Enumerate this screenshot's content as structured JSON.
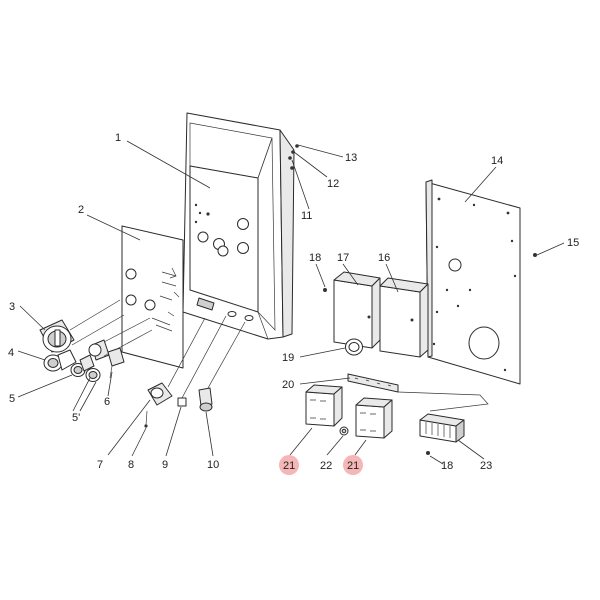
{
  "diagram": {
    "callouts": [
      {
        "id": "c1",
        "label": "1"
      },
      {
        "id": "c2",
        "label": "2"
      },
      {
        "id": "c3",
        "label": "3"
      },
      {
        "id": "c4",
        "label": "4"
      },
      {
        "id": "c5",
        "label": "5"
      },
      {
        "id": "c5p",
        "label": "5'"
      },
      {
        "id": "c6",
        "label": "6"
      },
      {
        "id": "c7",
        "label": "7"
      },
      {
        "id": "c8",
        "label": "8"
      },
      {
        "id": "c9",
        "label": "9"
      },
      {
        "id": "c10",
        "label": "10"
      },
      {
        "id": "c11",
        "label": "11"
      },
      {
        "id": "c12",
        "label": "12"
      },
      {
        "id": "c13",
        "label": "13"
      },
      {
        "id": "c14",
        "label": "14"
      },
      {
        "id": "c15",
        "label": "15"
      },
      {
        "id": "c16",
        "label": "16"
      },
      {
        "id": "c17",
        "label": "17"
      },
      {
        "id": "c18a",
        "label": "18"
      },
      {
        "id": "c19",
        "label": "19"
      },
      {
        "id": "c20",
        "label": "20"
      },
      {
        "id": "c21a",
        "label": "21",
        "highlighted": true
      },
      {
        "id": "c22",
        "label": "22"
      },
      {
        "id": "c21b",
        "label": "21",
        "highlighted": true
      },
      {
        "id": "c18b",
        "label": "18"
      },
      {
        "id": "c23",
        "label": "23"
      }
    ],
    "highlight_color": "#f4b6b6"
  }
}
